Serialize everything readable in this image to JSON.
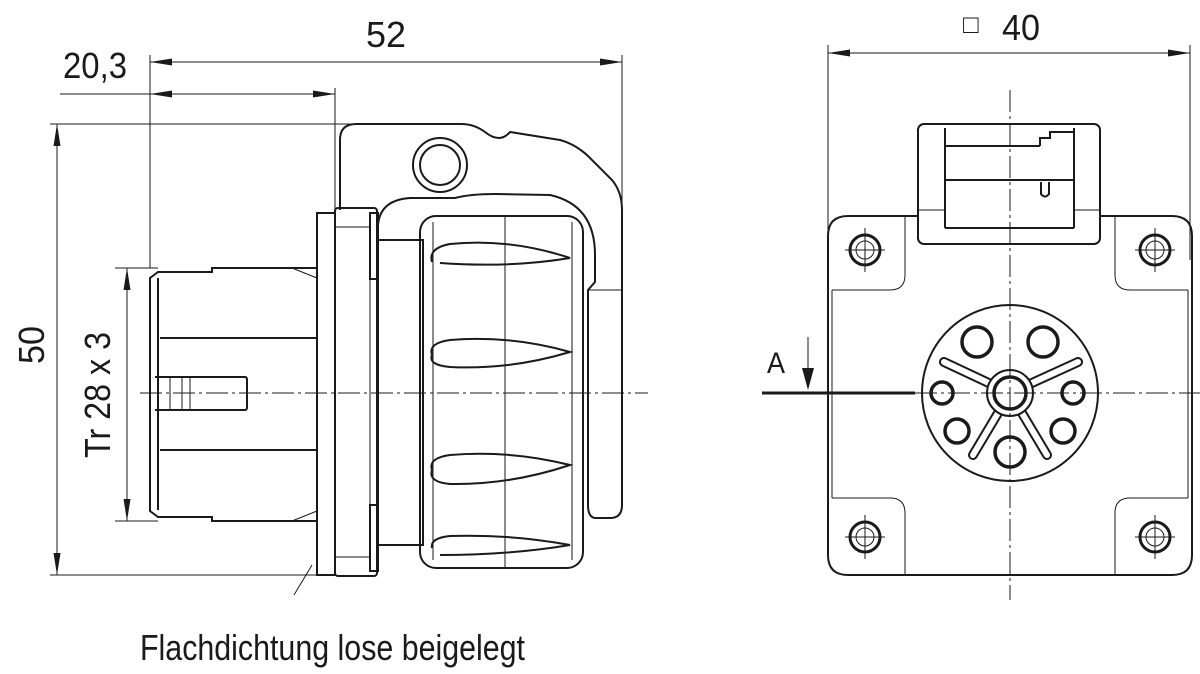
{
  "side_view": {
    "dim_overall_length": "52",
    "dim_flange_offset": "20,3",
    "dim_height": "50",
    "dim_thread": "Tr 28 x 3",
    "note": "Flachdichtung lose beigelegt"
  },
  "front_view": {
    "dim_square_symbol": "□",
    "dim_square": "40",
    "section_label": "A"
  }
}
